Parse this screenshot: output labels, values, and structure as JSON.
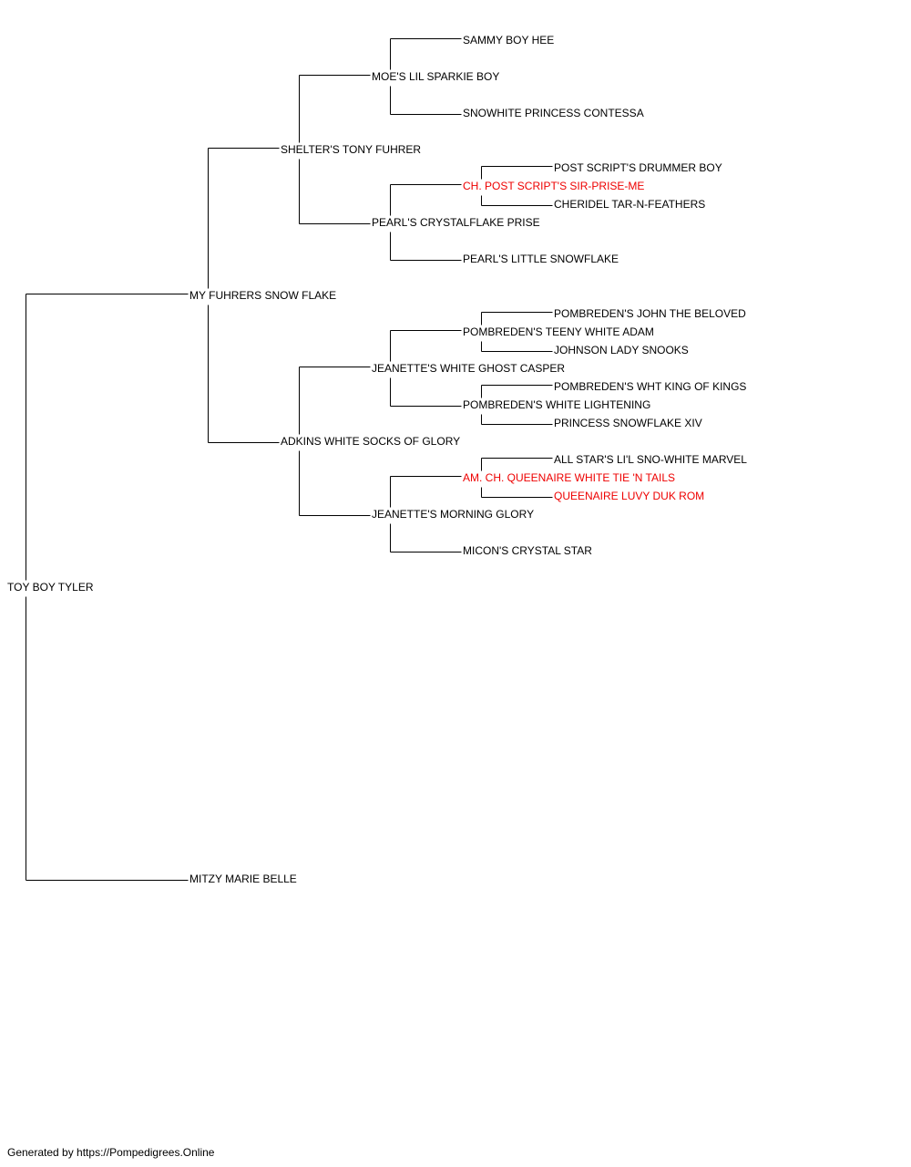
{
  "pedigree": {
    "champion_color": "#ee0000",
    "dogs": [
      {
        "id": "d0",
        "name": "TOY BOY TYLER"
      },
      {
        "id": "d1",
        "name": "MY FUHRERS SNOW FLAKE"
      },
      {
        "id": "d2",
        "name": "SHELTER'S TONY FUHRER"
      },
      {
        "id": "d3",
        "name": "MOE'S LIL SPARKIE BOY"
      },
      {
        "id": "d4",
        "name": "SAMMY BOY HEE"
      },
      {
        "id": "d5",
        "name": "SNOWHITE PRINCESS CONTESSA"
      },
      {
        "id": "d6",
        "name": "PEARL'S CRYSTALFLAKE PRISE"
      },
      {
        "id": "d7",
        "name": "CH. POST SCRIPT'S SIR-PRISE-ME",
        "highlight": true
      },
      {
        "id": "d8",
        "name": "POST SCRIPT'S DRUMMER BOY"
      },
      {
        "id": "d9",
        "name": "CHERIDEL TAR-N-FEATHERS"
      },
      {
        "id": "d10",
        "name": "PEARL'S LITTLE SNOWFLAKE"
      },
      {
        "id": "d11",
        "name": "ADKINS WHITE SOCKS OF GLORY"
      },
      {
        "id": "d12",
        "name": "JEANETTE'S WHITE GHOST CASPER"
      },
      {
        "id": "d13",
        "name": "POMBREDEN'S TEENY WHITE ADAM"
      },
      {
        "id": "d14",
        "name": "POMBREDEN'S JOHN THE BELOVED"
      },
      {
        "id": "d15",
        "name": "JOHNSON LADY SNOOKS"
      },
      {
        "id": "d16",
        "name": "POMBREDEN'S WHITE LIGHTENING"
      },
      {
        "id": "d17",
        "name": "POMBREDEN'S WHT KING OF KINGS"
      },
      {
        "id": "d18",
        "name": "PRINCESS SNOWFLAKE XIV"
      },
      {
        "id": "d19",
        "name": "JEANETTE'S MORNING GLORY"
      },
      {
        "id": "d20",
        "name": "AM. CH. QUEENAIRE WHITE TIE 'N TAILS",
        "highlight": true
      },
      {
        "id": "d21",
        "name": "ALL STAR'S LI'L SNO-WHITE MARVEL"
      },
      {
        "id": "d22",
        "name": "QUEENAIRE LUVY DUK ROM",
        "highlight": true
      },
      {
        "id": "d23",
        "name": "MICON'S CRYSTAL STAR"
      },
      {
        "id": "d24",
        "name": "MITZY MARIE BELLE"
      }
    ]
  },
  "footer": {
    "text": "Generated by https://Pompedigrees.Online"
  }
}
